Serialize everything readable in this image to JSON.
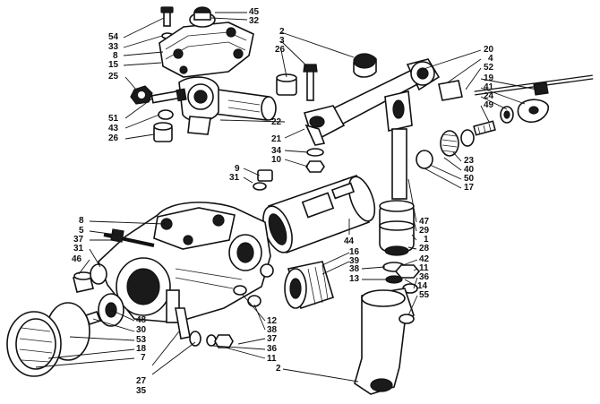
{
  "diagram": {
    "callouts_upper_left": [
      "54",
      "33",
      "8",
      "15",
      "25",
      "51",
      "43",
      "26"
    ],
    "callouts_upper_top": [
      "45",
      "32",
      "2",
      "3",
      "26"
    ],
    "callouts_right_top": [
      "20",
      "4",
      "52",
      "19",
      "41",
      "24",
      "49"
    ],
    "callouts_middle": [
      "22",
      "34",
      "10",
      "9",
      "31",
      "21"
    ],
    "callouts_right_mid": [
      "23",
      "40",
      "50",
      "17",
      "47",
      "29",
      "1",
      "28",
      "42",
      "11",
      "36",
      "14",
      "55"
    ],
    "callouts_lower_left": [
      "8",
      "5",
      "37",
      "31",
      "46",
      "48",
      "30",
      "53",
      "18",
      "7",
      "27",
      "35"
    ],
    "callouts_lower_center": [
      "44",
      "16",
      "39",
      "12",
      "38",
      "37",
      "36",
      "11",
      "2",
      "38",
      "13"
    ]
  }
}
